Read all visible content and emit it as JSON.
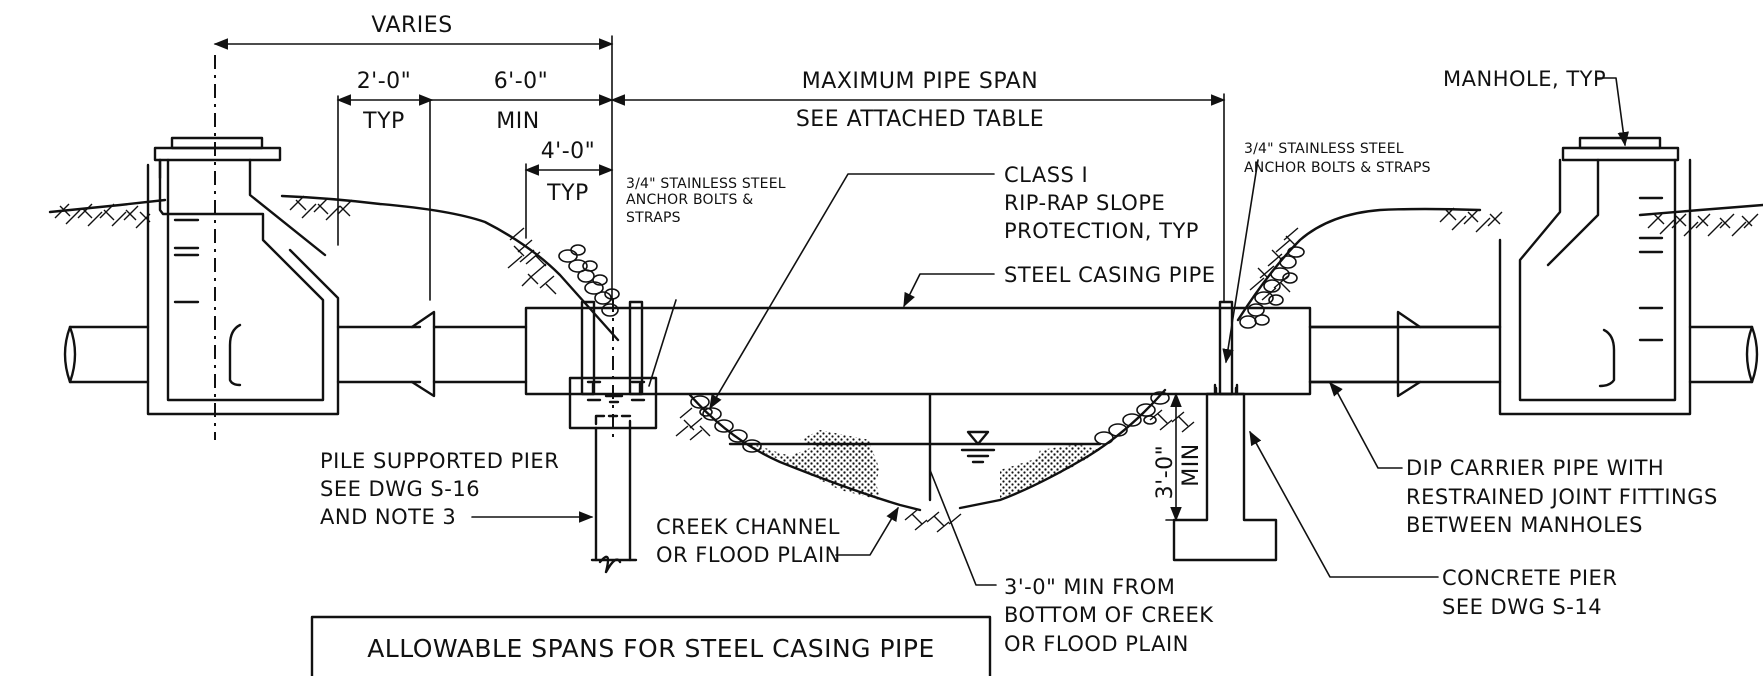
{
  "dimensions": {
    "varies": "VARIES",
    "two_foot": "2'-0\"",
    "typ_a": "TYP",
    "six_foot": "6'-0\"",
    "min_a": "MIN",
    "four_foot": "4'-0\"",
    "typ_b": "TYP",
    "max_span": "MAXIMUM PIPE SPAN",
    "see_table": "SEE ATTACHED TABLE",
    "three_foot": "3'-0\"",
    "min_b": "MIN"
  },
  "callouts": {
    "manhole": "MANHOLE, TYP",
    "anchor_left": [
      "3/4\" STAINLESS STEEL",
      "ANCHOR BOLTS &",
      "STRAPS"
    ],
    "anchor_right": [
      "3/4\" STAINLESS STEEL",
      "ANCHOR BOLTS & STRAPS"
    ],
    "riprap": [
      "CLASS I",
      "RIP-RAP SLOPE",
      "PROTECTION, TYP"
    ],
    "casing": "STEEL CASING PIPE",
    "pile_pier": [
      "PILE SUPPORTED PIER",
      "SEE DWG S-16",
      "AND NOTE 3"
    ],
    "creek": [
      "CREEK CHANNEL",
      "OR FLOOD PLAIN"
    ],
    "clearance": [
      "3'-0\" MIN FROM",
      "BOTTOM OF CREEK",
      "OR FLOOD PLAIN"
    ],
    "dip_carrier": [
      "DIP CARRIER PIPE WITH",
      "RESTRAINED JOINT FITTINGS",
      "BETWEEN MANHOLES"
    ],
    "concrete_pier": [
      "CONCRETE PIER",
      "SEE DWG S-14"
    ]
  },
  "table_title": "ALLOWABLE SPANS FOR STEEL CASING PIPE"
}
